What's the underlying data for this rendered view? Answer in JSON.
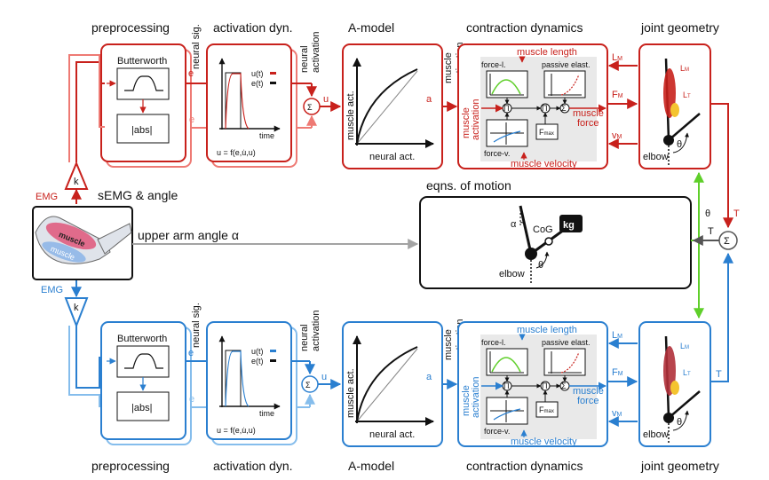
{
  "titles": {
    "preprocessing": "preprocessing",
    "activation_dyn": "activation dyn.",
    "a_model": "A-model",
    "contraction_dynamics": "contraction dynamics",
    "joint_geometry": "joint geometry",
    "semg_angle": "sEMG & angle",
    "eqns_of_motion": "eqns. of motion"
  },
  "labels": {
    "emg": "EMG",
    "k": "k",
    "butterworth": "Butterworth",
    "abs": "|abs|",
    "e": "e",
    "u": "u",
    "a": "a",
    "neural_sig": "neural sig.",
    "neural_activation": [
      "neural",
      "activation"
    ],
    "muscle_activation_top": [
      "muscle",
      "activation"
    ],
    "u_legend": "u(t)",
    "e_legend": "e(t)",
    "time": "time",
    "u_formula": "u = f(e,u̇,u)",
    "sum": "Σ",
    "pi": "Π",
    "muscle_act": "muscle act.",
    "neural_act": "neural act.",
    "muscle_length": "muscle length",
    "muscle_velocity": "muscle velocity",
    "force_l": "force-l.",
    "force_v": "force-v.",
    "passive_elast": "passive elast.",
    "fmax": "F",
    "fmax_sub": "max",
    "muscle_activation_side": [
      "muscle",
      "activation"
    ],
    "muscle_force": [
      "muscle",
      "force"
    ],
    "lm": "L",
    "fm": "F",
    "vm": "v",
    "m_sub": "M",
    "elbow": "elbow",
    "theta": "θ",
    "lt": "L",
    "t_sub": "T",
    "T": "T",
    "alpha": "α",
    "cog": "CoG",
    "kg": "kg",
    "upper_arm_angle": "upper arm angle α",
    "muscle_photo": "muscle"
  },
  "colors": {
    "red": "#c8211c",
    "red_light": "#ee7a74",
    "blue": "#2a7fd0",
    "blue_light": "#85bdec",
    "green": "#5fcf2a",
    "grey": "#a3a3a3",
    "black": "#111111",
    "panel_grey": "#e9e9e9",
    "bone": "#dfe3ea",
    "muscle_pink": "#e0567a"
  }
}
